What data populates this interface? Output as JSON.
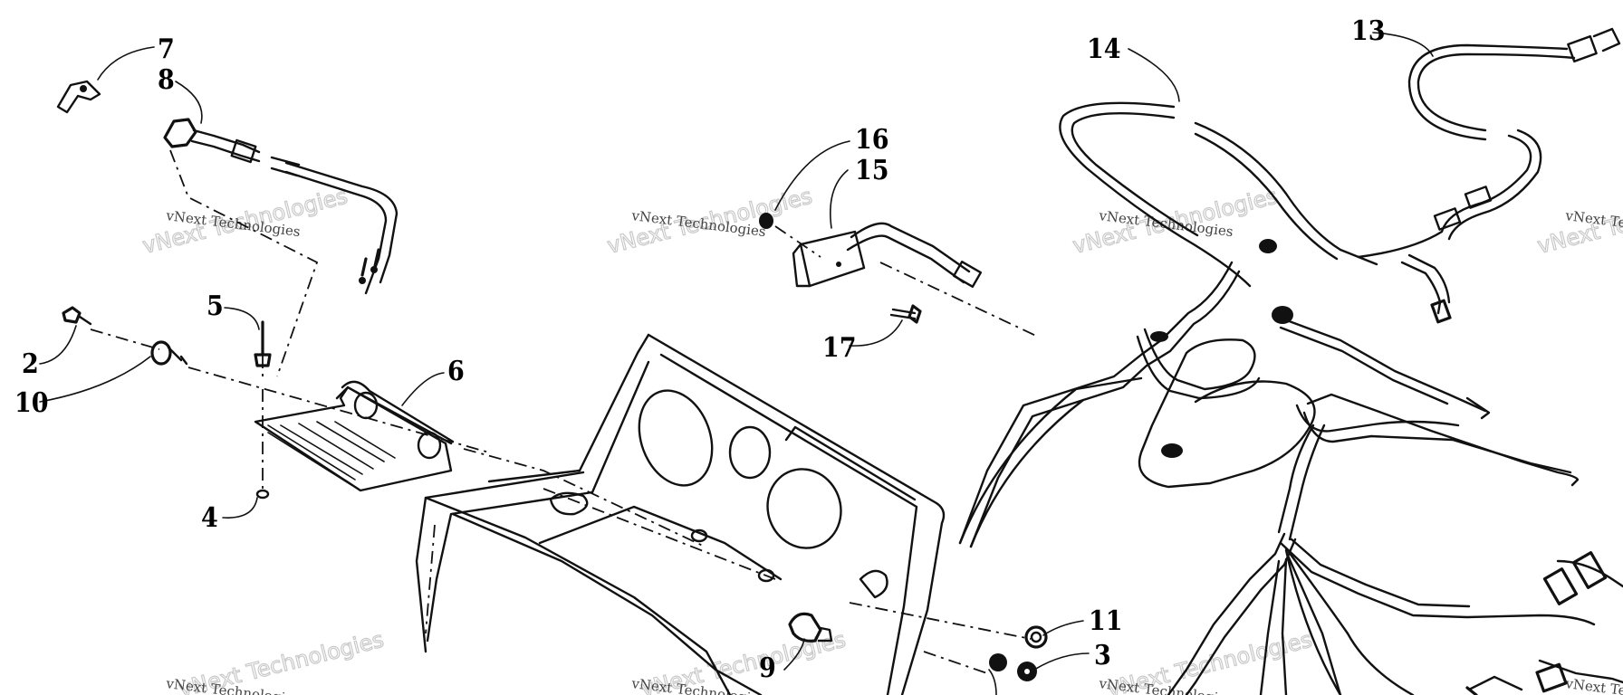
{
  "diagram": {
    "callouts": [
      {
        "number": "7"
      },
      {
        "number": "8"
      },
      {
        "number": "2"
      },
      {
        "number": "10"
      },
      {
        "number": "5"
      },
      {
        "number": "6"
      },
      {
        "number": "4"
      },
      {
        "number": "16"
      },
      {
        "number": "15"
      },
      {
        "number": "17"
      },
      {
        "number": "14"
      },
      {
        "number": "13"
      },
      {
        "number": "11"
      },
      {
        "number": "3"
      },
      {
        "number": "9"
      }
    ],
    "watermark": {
      "brand": "vNext Technologies",
      "caption": "vNext Technologies"
    }
  }
}
